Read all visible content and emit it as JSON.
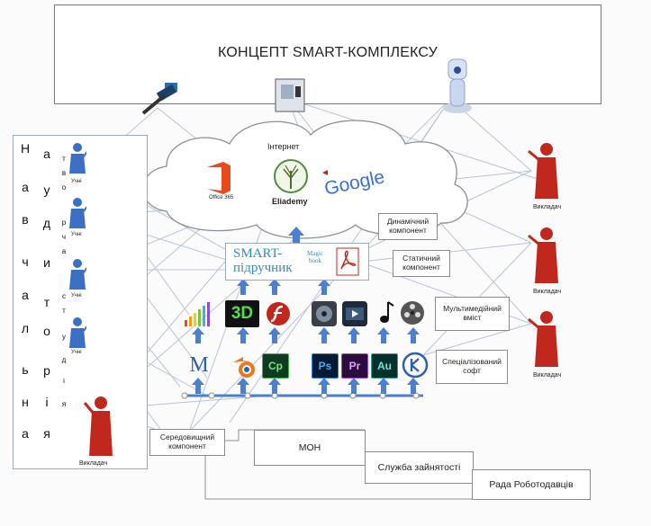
{
  "title": "КОНЦЕПТ SMART-КОМПЛЕКСУ",
  "cloud": {
    "internet_label": "Інтернет",
    "office_label": "Office 365",
    "eliademy_label": "Eliademy",
    "google_label": "Google"
  },
  "smart": {
    "line1": "SMART-",
    "line2": "підручник",
    "magic_line1": "Magic",
    "magic_line2": "book"
  },
  "components": {
    "dynamic": "Динамічний компонент",
    "static": "Статичний компонент",
    "multimedia": "Мультимедійний вміст",
    "software": "Спеціалізований софт",
    "environment": "Середовищний компонент"
  },
  "bottom": {
    "mon": "МОН",
    "employment": "Служба зайнятості",
    "employers": "Рада Роботодавців"
  },
  "left_panel": {
    "col1": [
      "Н",
      "а",
      "в",
      "ч",
      "а",
      "л",
      "ь",
      "н",
      "а"
    ],
    "col2": [
      "а",
      "у",
      "д",
      "и",
      "т",
      "о",
      "р",
      "і",
      "я"
    ],
    "col3": [
      "т",
      "в",
      "о",
      "р",
      "ч",
      "а",
      "с",
      "т",
      "у",
      "д",
      "і",
      "я"
    ],
    "student_label": "Учні",
    "teacher_label": "Викладач"
  },
  "right_teachers": [
    "Викладач",
    "Викладач",
    "Викладач"
  ],
  "software_tiles": [
    "M",
    "Cp",
    "Ps",
    "Pr",
    "Au"
  ],
  "multimedia_tiles": [
    "3D"
  ],
  "colors": {
    "arrow_blue": "#4a7fd1",
    "teacher_red": "#c0281e",
    "student_blue": "#3b6fc4",
    "office_orange": "#e8491d",
    "ps_blue": "#0b5bd3",
    "pr_purple": "#9c4bd8",
    "au_teal": "#2aa395",
    "cp_green": "#1d7a3e"
  }
}
